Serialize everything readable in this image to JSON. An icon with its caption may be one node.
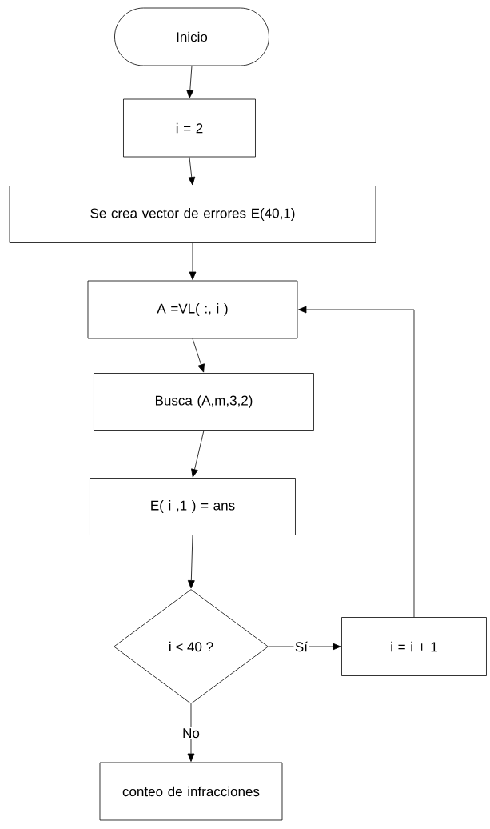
{
  "diagram": {
    "nodes": [
      {
        "text": [
          "Inicio"
        ]
      },
      {
        "text": [
          "i = 2"
        ]
      },
      {
        "text": [
          "Se crea vector de errores E(40,1)"
        ]
      },
      {
        "text": [
          "A =VL( :, i )"
        ]
      },
      {
        "text": [
          "Busca (A,m,3,2)"
        ]
      },
      {
        "text": [
          "E( i ,1 ) = ans"
        ]
      },
      {
        "text": [
          "i < 40 ?"
        ]
      },
      {
        "text": [
          "i = i + 1"
        ]
      },
      {
        "text": [
          "conteo de infracciones"
        ]
      }
    ],
    "edges": [
      {
        "from": 0,
        "to": 1,
        "arrow": "to"
      },
      {
        "from": 1,
        "to": 2,
        "arrow": "to"
      },
      {
        "from": 2,
        "to": 3,
        "arrow": "to"
      },
      {
        "from": 3,
        "to": 4,
        "arrow": "to"
      },
      {
        "from": 4,
        "to": 5,
        "arrow": "to"
      },
      {
        "from": 5,
        "to": 6,
        "arrow": "to"
      },
      {
        "from": 6,
        "to": 7,
        "arrow": "to",
        "label": "Sí"
      },
      {
        "from": 7,
        "to": 3,
        "arrow": "to"
      },
      {
        "from": 6,
        "to": 8,
        "arrow": "to",
        "label": "No"
      }
    ]
  }
}
